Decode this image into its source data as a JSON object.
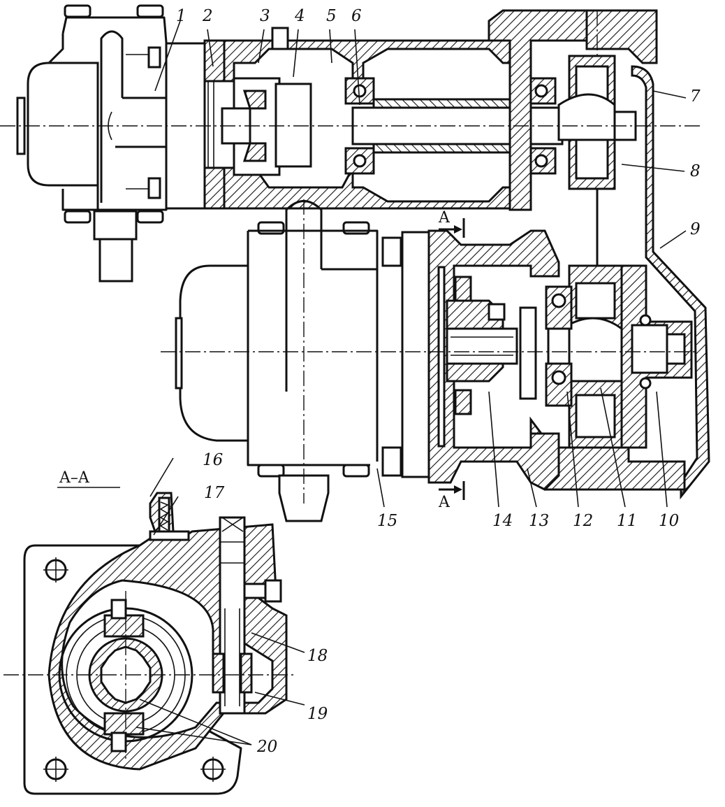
{
  "figure": {
    "colors": {
      "ink": "#111111",
      "paper": "#ffffff"
    },
    "section_title": "A–A",
    "section_marker_letter": "A",
    "callouts": {
      "c1": "1",
      "c2": "2",
      "c3": "3",
      "c4": "4",
      "c5": "5",
      "c6": "6",
      "c7": "7",
      "c8": "8",
      "c9": "9",
      "c10": "10",
      "c11": "11",
      "c12": "12",
      "c13": "13",
      "c14": "14",
      "c15": "15",
      "c16": "16",
      "c17": "17",
      "c18": "18",
      "c19": "19",
      "c20": "20"
    }
  }
}
